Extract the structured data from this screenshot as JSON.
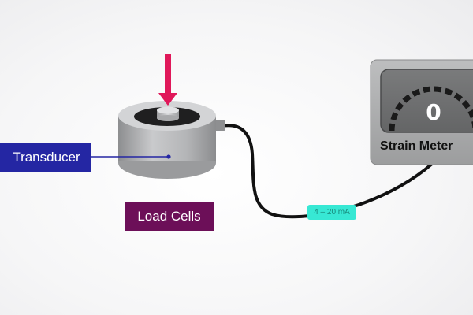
{
  "labels": {
    "transducer": "Transducer",
    "load_cells": "Load Cells",
    "signal": "4 – 20 mA"
  },
  "strain_meter": {
    "reading": "0",
    "title": "Strain Meter"
  },
  "colors": {
    "transducer_box": "#2426a3",
    "load_cells_box": "#6c0f58",
    "force_arrow": "#e0185a",
    "signal_tag": "#37e8d4",
    "cable": "#111111",
    "meter_body": "#a9aaab",
    "meter_display": "#6e6f70"
  },
  "icons": {
    "force_arrow": "down-arrow-icon",
    "load_cell": "load-cell-icon",
    "meter": "gauge-icon"
  }
}
